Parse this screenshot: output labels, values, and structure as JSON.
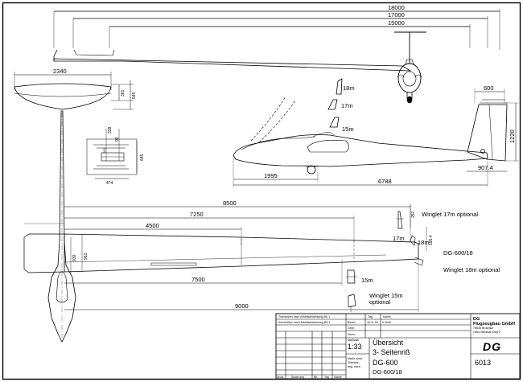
{
  "dimensions": {
    "span_18": "18000",
    "span_17": "17000",
    "span_15": "15000",
    "tail_span": "2340",
    "tail_depth_1": "361",
    "tail_depth_2": "545",
    "rudder_height": "600",
    "fin_height": "1220",
    "fin_chord": "907.4",
    "wing_pos": "1995",
    "fuselage_length": "6788",
    "detail_328": "328",
    "detail_93": "93",
    "detail_133": "133",
    "detail_645": "645",
    "detail_474": "474",
    "semi_span_18": "8500",
    "semi_span_17": "7250",
    "inner_panel": "4500",
    "semi_span_15": "7500",
    "semi_span_9000": "9000",
    "root_chord": "963",
    "fuselage_width": "930",
    "winglet_17m_height": "257",
    "winglet_18m_height": "195.4"
  },
  "winglet_side_labels": [
    "18m",
    "17m",
    "15m"
  ],
  "plan_labels": {
    "winglet_17m": "Winglet 17m optional",
    "tip_17m": "17m",
    "tip_18m": "18m",
    "variant": "DG-600/18",
    "winglet_18m": "Winglet 18m optional",
    "tip_15m": "15m",
    "winglet_15m_line1": "Winglet 15m",
    "winglet_15m_line2": "optional"
  },
  "title_block": {
    "tol_1": "Toleranzen nach Arbeitsanweisung BA 1",
    "tol_2": "Schweißen nach Arbeitsanweisung BA 1",
    "head_tag": "Tag",
    "head_name": "Name",
    "row_bearb": "Bearb.",
    "row_gepr": "Gepr.",
    "row_norm": "Norm.",
    "bearb_date": "16.11.00",
    "bearb_name": "K.Wolf",
    "massstab_label": "Maßstab",
    "scale": "1:33",
    "massstab_note_1": "Maße ohne",
    "massstab_note_2": "Toleranz-",
    "massstab_note_3": "ang. nach",
    "drawing_title_1": "Übersicht",
    "drawing_title_2": "3- Seitenriß",
    "model": "DG-600",
    "model_variant": "DG-600/18",
    "company_1": "DG",
    "company_2": "Flugzeugbau GmbH",
    "company_3": "76646 Bruchsal",
    "company_4": "Otto-Lilienthal-Weg 2",
    "logo_text": "DG",
    "drawing_number": "6013",
    "rev_1": "Anzg.",
    "rev_2": "Änderung",
    "rev_3": "Blt.",
    "rev_4": "Tag",
    "rev_5": "Name"
  }
}
